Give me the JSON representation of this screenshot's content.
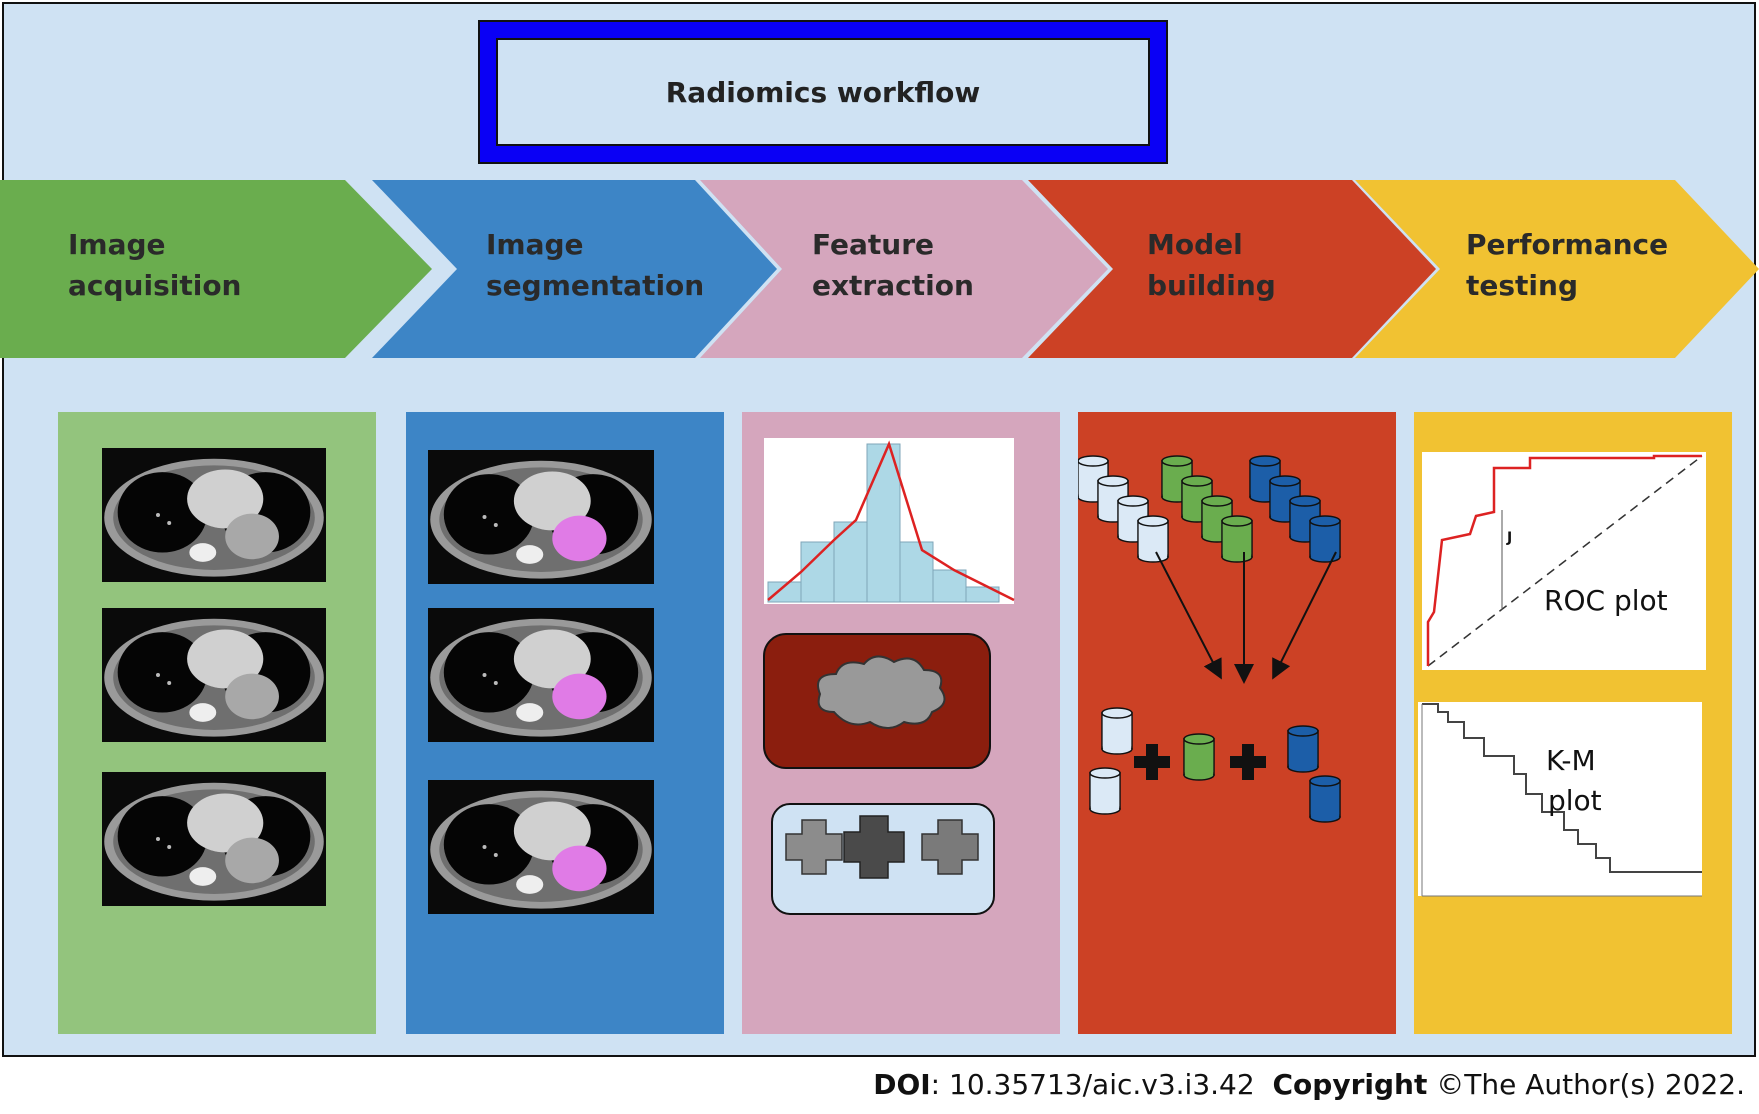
{
  "title": "Radiomics workflow",
  "steps": [
    {
      "line1": "Image",
      "line2": "acquisition",
      "color": "#6aad4e",
      "panel_color": "#93c47d"
    },
    {
      "line1": "Image",
      "line2": "segmentation",
      "color": "#3d85c6",
      "panel_color": "#3d85c6"
    },
    {
      "line1": "Feature",
      "line2": "extraction",
      "color": "#d5a6bd",
      "panel_color": "#d5a6bd"
    },
    {
      "line1": "Model",
      "line2": "building",
      "color": "#cc4125",
      "panel_color": "#cc4125"
    },
    {
      "line1": "Performance",
      "line2": "testing",
      "color": "#f1c232",
      "panel_color": "#f1c232"
    }
  ],
  "plots": {
    "roc_label": "ROC plot",
    "roc_j": "J",
    "km_line1": "K-M",
    "km_line2": "plot"
  },
  "footer": {
    "doi_label": "DOI",
    "doi_value": ": 10.35713/aic.v3.i3.42",
    "copyright_label": "Copyright",
    "copyright_value": " ©The Author(s) 2022."
  }
}
